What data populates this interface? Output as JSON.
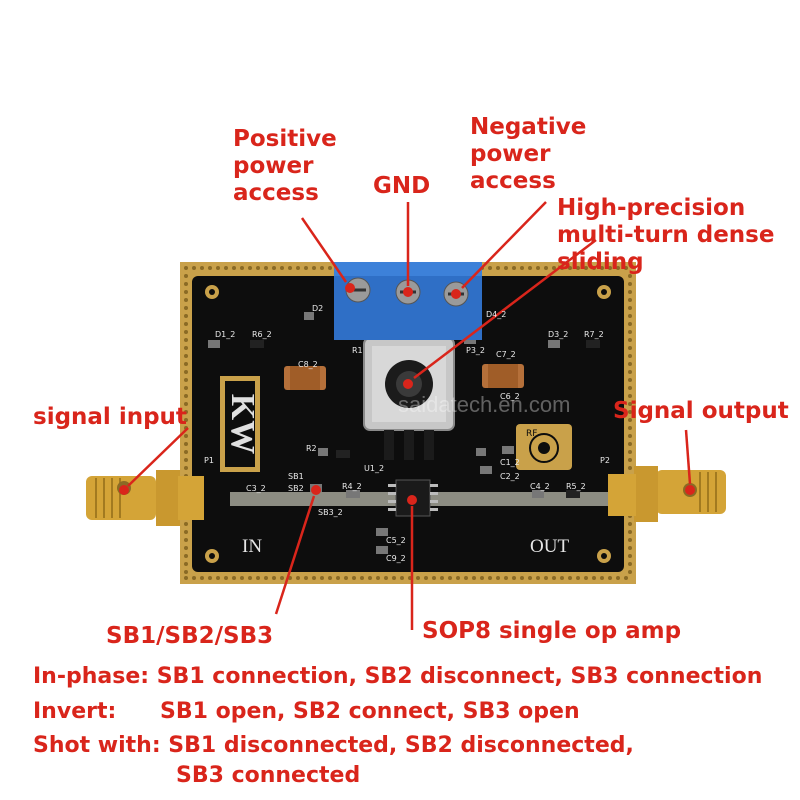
{
  "colors": {
    "label_red": "#d9251b",
    "pcb_black": "#0d0d0d",
    "pcb_gold_border": "#c9a14a",
    "terminal_blue": "#2f6fc6",
    "connector_gold": "#d4a437",
    "pot_silver": "#c7c7c7"
  },
  "labels": {
    "positive_power": "Positive\npower\naccess",
    "gnd": "GND",
    "negative_power": "Negative\npower\naccess",
    "pot": "High-precision\nmulti-turn dense\nsliding",
    "signal_input": "signal input",
    "signal_output": "Signal output",
    "solder_bridges": "SB1/SB2/SB3",
    "op_amp": "SOP8 single op amp"
  },
  "notes": {
    "in_phase": "In-phase: SB1 connection, SB2 disconnect, SB3 connection",
    "invert_prefix": "Invert:",
    "invert_body": "SB1 open, SB2 connect, SB3 open",
    "shot_line1": "Shot with: SB1 disconnected, SB2 disconnected,",
    "shot_line2": "SB3 connected"
  },
  "board": {
    "logo": "KW",
    "in_label": "IN",
    "out_label": "OUT",
    "rf_mark": "RF",
    "watermark": "saidatech.en.com",
    "silkscreen": [
      "D1_2",
      "R6_2",
      "D2",
      "R1",
      "D4_2",
      "D3_2",
      "R7_2",
      "P3_2",
      "C7_2",
      "C8_2",
      "C6_2",
      "R2",
      "SB1",
      "SB2",
      "R4_2",
      "U1_2",
      "C1_2",
      "C2_2",
      "C3_2",
      "C4_2",
      "R5_2",
      "SB3_2",
      "C5_2",
      "C9_2",
      "P1",
      "P2"
    ]
  },
  "icons": [
    "screw-icon",
    "potentiometer-knob-icon",
    "sma-connector-icon",
    "rf-antenna-icon"
  ]
}
